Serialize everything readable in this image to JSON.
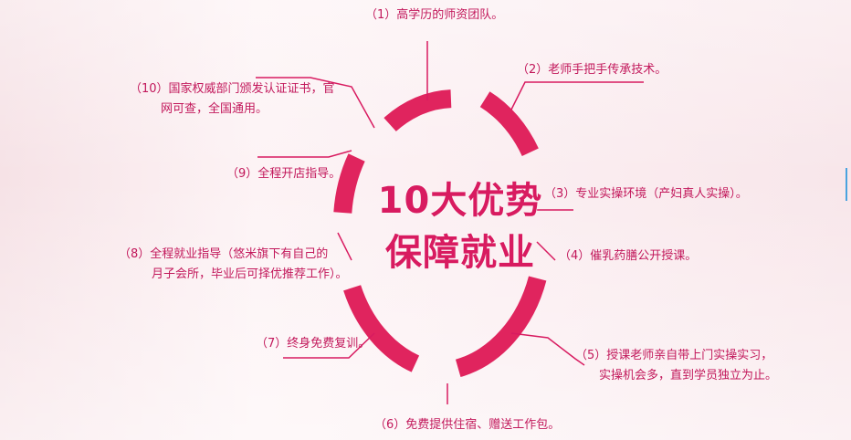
{
  "title": {
    "line1": "10大优势",
    "line2": "保障就业"
  },
  "items": [
    {
      "line1": "（1）高学历的师资团队。",
      "line2": ""
    },
    {
      "line1": "（2）老师手把手传承技术。",
      "line2": ""
    },
    {
      "line1": "（3）专业实操环境（产妇真人实操）。",
      "line2": ""
    },
    {
      "line1": "（4）催乳药膳公开授课。",
      "line2": ""
    },
    {
      "line1": "（5）授课老师亲自带上门实操实习，",
      "line2": "实操机会多，直到学员独立为止。"
    },
    {
      "line1": "（6）免费提供住宿、赠送工作包。",
      "line2": ""
    },
    {
      "line1": "（7）终身免费复训。",
      "line2": ""
    },
    {
      "line1": "（8）全程就业指导（悠米旗下有自己的",
      "line2": "月子会所，毕业后可择优推荐工作）。"
    },
    {
      "line1": "（9）全程开店指导。",
      "line2": ""
    },
    {
      "line1": "（10）国家权威部门颁发认证证书，官",
      "line2": "网可查，全国通用。"
    }
  ],
  "colors": {
    "ring": "#e0245e",
    "connector": "#d81b60",
    "text": "#c2185b",
    "title": "#d81b60",
    "background": "#fbeef1"
  }
}
